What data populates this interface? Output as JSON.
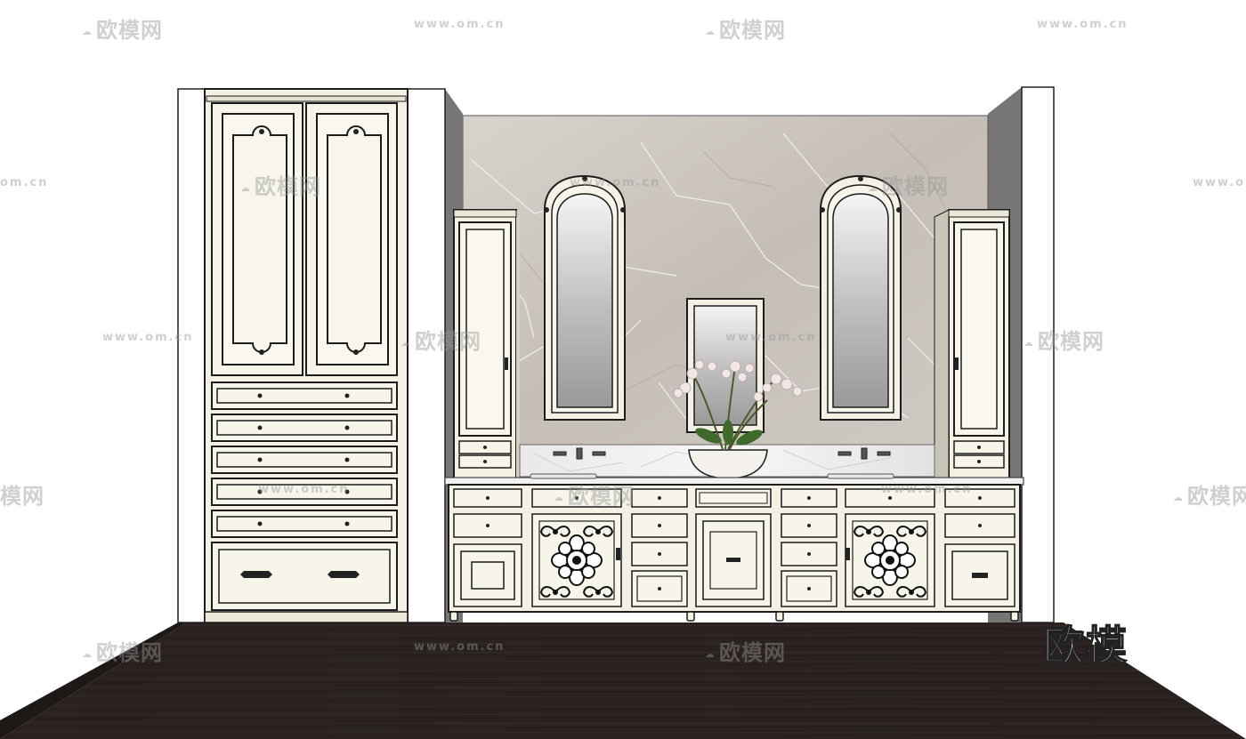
{
  "watermark": {
    "brand_cn": "欧模网",
    "site_url": "www.om.cn",
    "corner_mark": "欧模",
    "edge_cn": "模网",
    "edge_url": "om.cn"
  },
  "colors": {
    "cabinet": "#f4f1e4",
    "cabinet_line": "#1c1c1c",
    "marble": "#c9c3bc",
    "floor": "#2a2220",
    "side_wall": "#777777",
    "wall": "#ffffff"
  }
}
